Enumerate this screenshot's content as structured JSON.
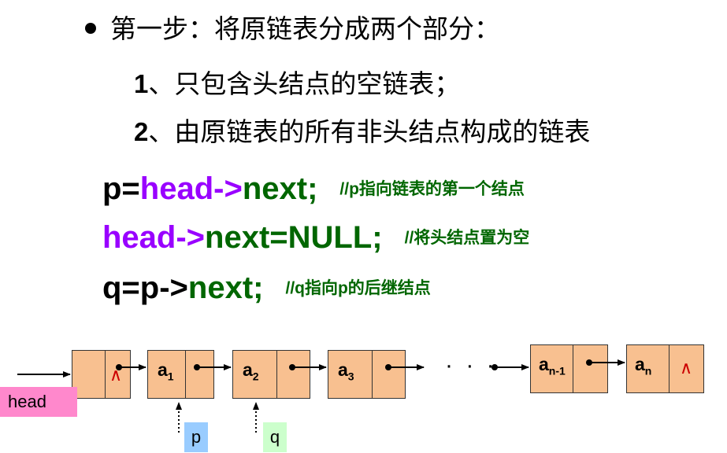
{
  "step": "第一步：将原链表分成两个部分：",
  "subs": [
    {
      "num": "1",
      "text": "、只包含头结点的空链表；"
    },
    {
      "num": "2",
      "text": "、由原链表的所有非头结点构成的链表"
    }
  ],
  "code": [
    {
      "parts": [
        "p=",
        "head->",
        "next;"
      ],
      "comment": "//p指向链表的第一个结点"
    },
    {
      "parts": [
        "head->",
        "next",
        "=NULL;"
      ],
      "comment": "//将头结点置为空"
    },
    {
      "parts": [
        "q=p->",
        "next;"
      ],
      "comment": "//q指向p的后继结点"
    }
  ],
  "diagram": {
    "head_label": "head",
    "p_label": "p",
    "q_label": "q",
    "ellipsis": "· · ·",
    "null_symbol": "∧",
    "nodes": [
      {
        "base": "a",
        "sub": "1"
      },
      {
        "base": "a",
        "sub": "2"
      },
      {
        "base": "a",
        "sub": "3"
      },
      {
        "base": "a",
        "sub": "n-1"
      },
      {
        "base": "a",
        "sub": "n"
      }
    ]
  },
  "colors": {
    "purple": "#9900ff",
    "green": "#006600",
    "node_fill": "#f8c090",
    "null_red": "#cc0000"
  }
}
